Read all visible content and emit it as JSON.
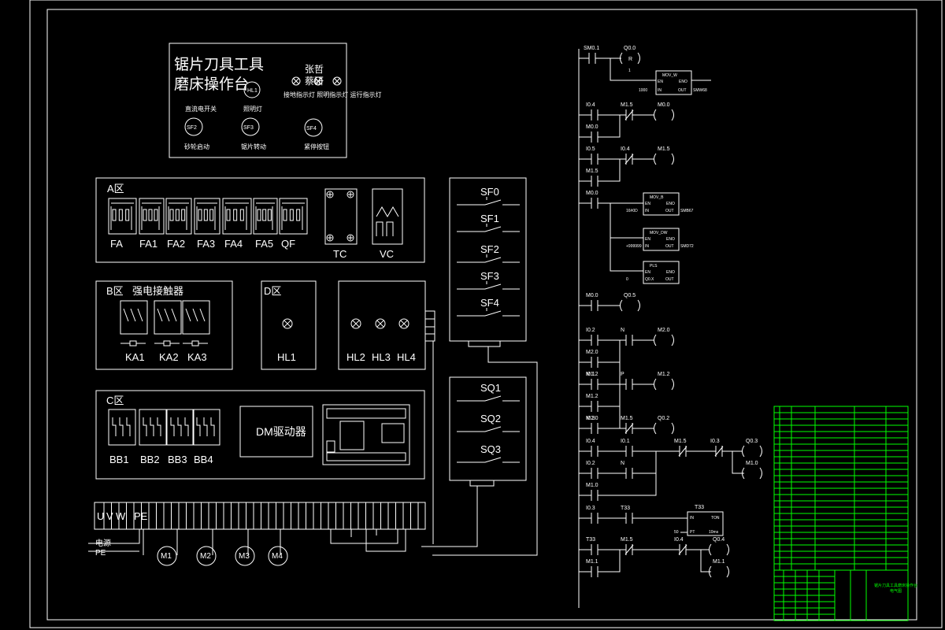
{
  "panel": {
    "title_line1": "锯片刀具工具",
    "title_line2": "磨床操作台",
    "title_side": "张哲",
    "title_side2": "蔡研",
    "hl1": "HL1",
    "lamp_labels": "接地指示灯 照明指示灯 运行指示灯",
    "sf1_label": "直流电开关",
    "sf2": "SF2",
    "sf2_label": "砂轮启动",
    "light_label": "照明灯",
    "sf3": "SF3",
    "sf3_label": "锯片转动",
    "sf4": "SF4",
    "sf4_label": "紧停按钮"
  },
  "zone_a": {
    "title": "A区",
    "labels": [
      "FA",
      "FA1",
      "FA2",
      "FA3",
      "FA4",
      "FA5",
      "QF"
    ],
    "tc": "TC",
    "vc": "VC"
  },
  "zone_b": {
    "title": "B区",
    "subtitle": "强电接触器",
    "labels": [
      "KA1",
      "KA2",
      "KA3"
    ]
  },
  "zone_d": {
    "title": "D区",
    "labels": [
      "HL1",
      "HL2",
      "HL3",
      "HL4"
    ]
  },
  "zone_c": {
    "title": "C区",
    "labels": [
      "BB1",
      "BB2",
      "BB3",
      "BB4"
    ],
    "driver": "DM驱动器"
  },
  "switches_top": [
    "SF0",
    "SF1",
    "SF2",
    "SF3",
    "SF4"
  ],
  "switches_bottom": [
    "SQ1",
    "SQ2",
    "SQ3"
  ],
  "terminal": {
    "uvw": [
      "U",
      "V",
      "W"
    ],
    "pe": "PE",
    "power_label": "电源",
    "pe_label": "PE"
  },
  "motors": [
    "M1",
    "M2",
    "M3",
    "M4"
  ],
  "ladder": {
    "rungs": [
      {
        "contacts": [
          "SM0.1"
        ],
        "coil": "Q0.0",
        "coil_type": "R",
        "coil_n": "1",
        "block": {
          "name": "MOV_W",
          "en": "EN",
          "eno": "ENO",
          "in_val": "1000",
          "in": "IN",
          "out": "OUT",
          "out_val": "SMW68"
        }
      },
      {
        "contacts": [
          "I0.4",
          "M1.5"
        ],
        "parallel": [
          "M0.0"
        ],
        "coil": "M0.0"
      },
      {
        "contacts": [
          "I0.5",
          "I0.4"
        ],
        "parallel": [
          "M1.5"
        ],
        "coil": "M1.5"
      },
      {
        "contacts": [
          "M0.0"
        ],
        "blocks": [
          {
            "name": "MOV_B",
            "in_val": "16#0D",
            "out_val": "SMB67"
          },
          {
            "name": "MOV_DW",
            "in_val": "+999999",
            "out_val": "SMD72"
          },
          {
            "name": "PLS",
            "in_val": "0",
            "in": "Q0.X",
            "out_val": ""
          }
        ]
      },
      {
        "contacts": [
          "M0.0"
        ],
        "coil": "Q0.5"
      },
      {
        "contacts": [
          "I0.2",
          "N"
        ],
        "parallel": [
          "M2.0",
          "M1.2"
        ],
        "coil": "M2.0"
      },
      {
        "contacts": [
          "I0.1",
          "P"
        ],
        "parallel": [
          "M1.2",
          "I0.3"
        ],
        "coil": "M1.2"
      },
      {
        "contacts": [
          "M2.0",
          "M1.5"
        ],
        "coil": "Q0.2"
      },
      {
        "contacts": [
          "I0.4",
          "I0.1",
          "M1.5",
          "I0.3"
        ],
        "parallel": [
          "I0.2",
          "N",
          "M1.0"
        ],
        "coil": "Q0.3",
        "coil2": "M1.0"
      },
      {
        "contacts": [
          "I0.3",
          "T33"
        ],
        "timer": {
          "name": "T33",
          "in": "IN",
          "type": "TON",
          "pt_val": "50",
          "pt": "PT",
          "base": "10ms"
        }
      },
      {
        "contacts": [
          "T33",
          "M1.5",
          "I0.4"
        ],
        "parallel": [
          "M1.1"
        ],
        "coil": "Q0.4",
        "coil2": "M1.1"
      }
    ]
  },
  "title_block": {
    "rows": 26,
    "footer_name": "锯片刀具工具磨床操作台",
    "footer_sub": "电气图"
  }
}
